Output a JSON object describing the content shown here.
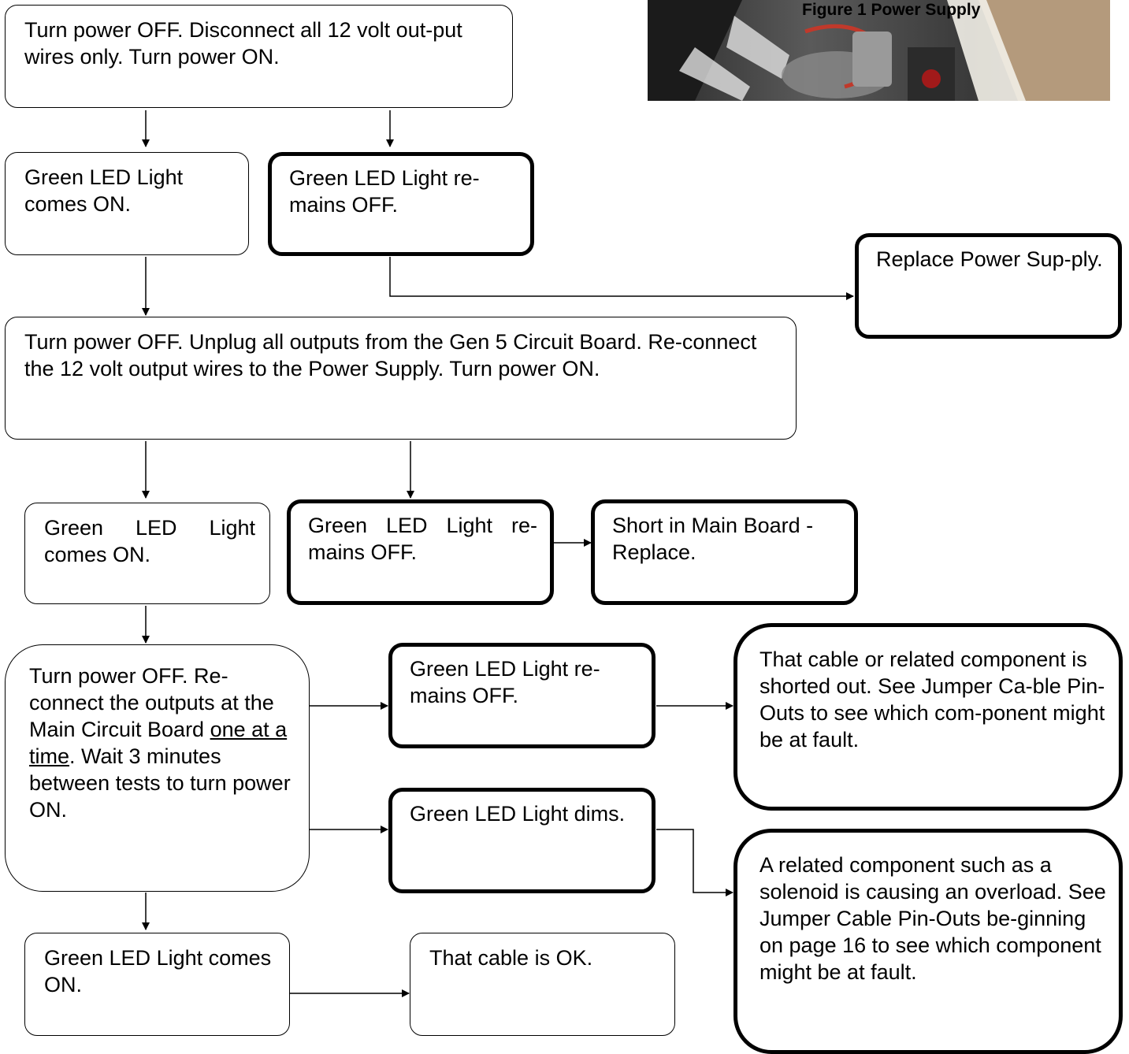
{
  "figure": {
    "caption": "Figure 1  Power Supply"
  },
  "boxes": {
    "step1": "Turn power OFF. Disconnect all 12 volt out-put wires only. Turn power ON.",
    "led_on_1": "Green LED Light comes ON.",
    "led_off_1": "Green LED Light re-mains OFF.",
    "replace_psu": "Replace Power Sup-ply.",
    "step2": "Turn power OFF. Unplug all outputs from the Gen 5 Circuit Board. Re-connect the 12 volt output wires to the Power Supply. Turn power ON.",
    "led_on_2": "Green LED Light comes ON.",
    "led_off_2": "Green LED Light re-mains OFF.",
    "short_main": "Short in Main Board - Replace.",
    "step3_a": "Turn power OFF. Re-connect the outputs at the Main Circuit Board ",
    "step3_u": "one at a time",
    "step3_b": ". Wait 3 minutes between tests to turn power ON.",
    "led_off_3": "Green LED Light re-mains OFF.",
    "cable_shorted": "That cable or related component is shorted out. See Jumper Ca-ble Pin-Outs to see which com-ponent might be at fault.",
    "led_dims": "Green LED Light dims.",
    "overload": "A related component such as a solenoid is causing an overload. See Jumper Cable Pin-Outs be-ginning on page 16 to see which component might be at fault.",
    "led_on_3": "Green LED Light comes ON.",
    "cable_ok": "That cable is OK."
  }
}
